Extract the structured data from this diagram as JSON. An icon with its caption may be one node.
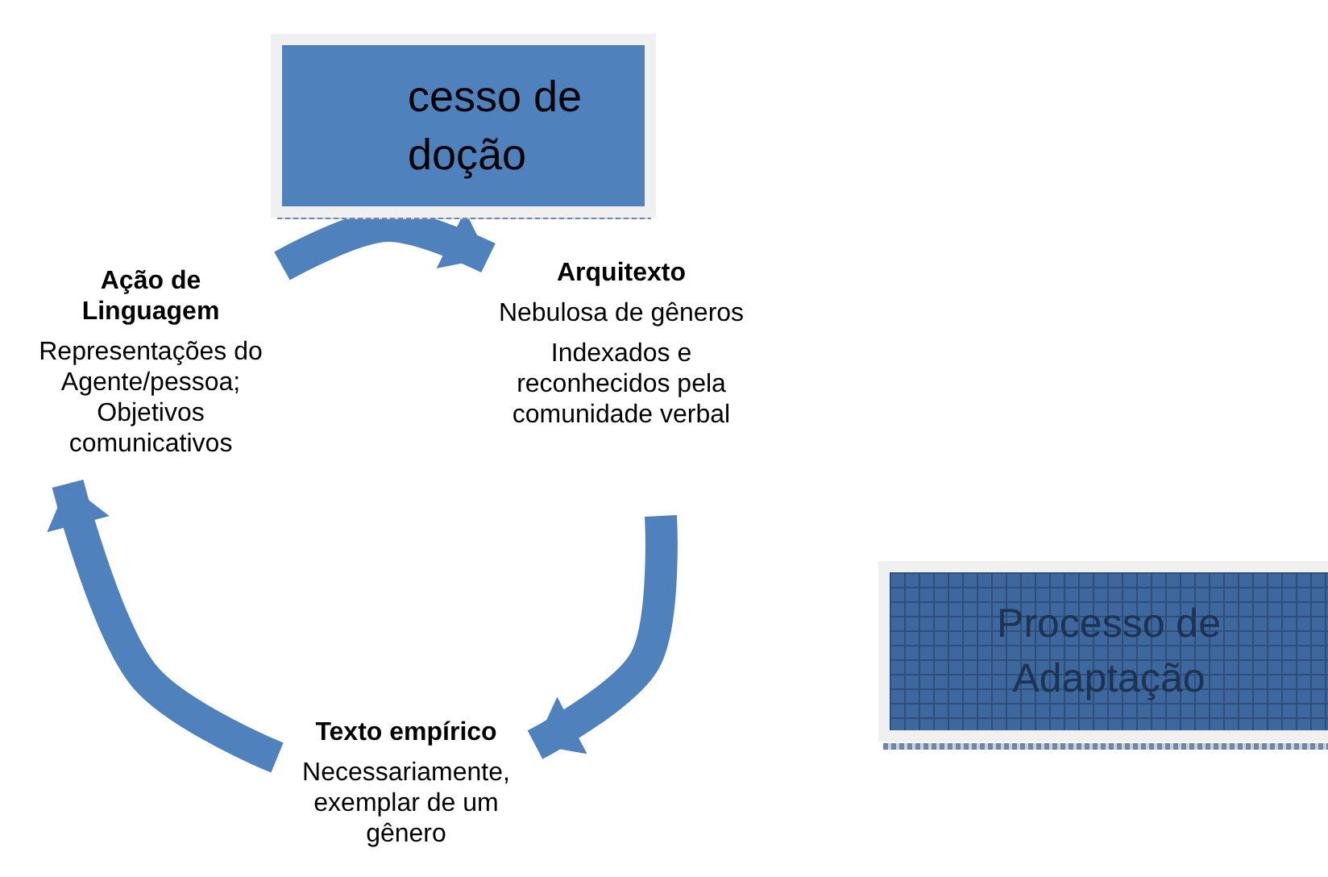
{
  "diagram": {
    "nodes": [
      {
        "text": [
          "cesso de doção"
        ]
      },
      {
        "text": [
          "Ação de Linguagem",
          "Representações do Agente/pessoa; Objetivos comunicativos"
        ]
      },
      {
        "text": [
          "Arquitexto",
          "Nebulosa de gêneros",
          "Indexados e reconhecidos pela comunidade verbal"
        ]
      },
      {
        "text": [
          "Texto empírico",
          "Necessariamente, exemplar de um gênero"
        ]
      },
      {
        "text": [
          "Processo de Adaptação"
        ]
      }
    ],
    "edges": [
      {
        "from": 1,
        "to": 2,
        "arrow": "to"
      },
      {
        "from": 2,
        "to": 3,
        "arrow": "to"
      },
      {
        "from": 3,
        "to": 1,
        "arrow": "to"
      }
    ]
  }
}
